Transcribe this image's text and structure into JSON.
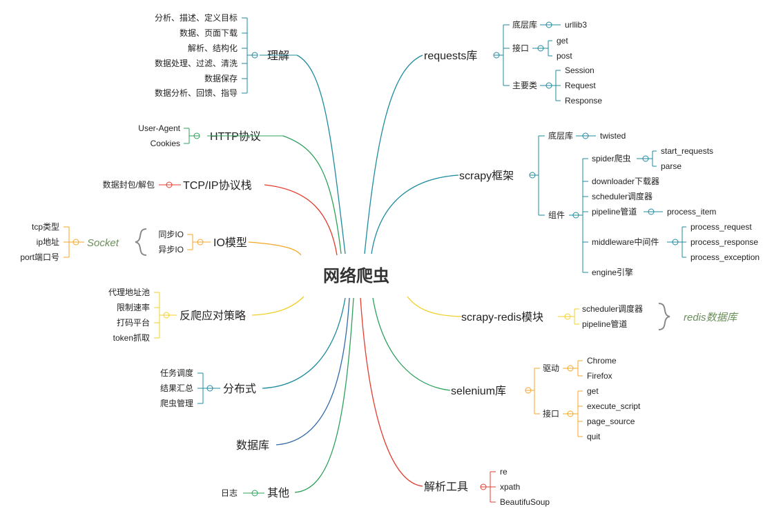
{
  "center": "网络爬虫",
  "colors": {
    "teal": "#1d8a9e",
    "green": "#2ca05a",
    "red": "#e33b2e",
    "orange": "#f5a623",
    "yellow": "#f2d027",
    "blue": "#2e6aa8",
    "gray": "#888888"
  },
  "left": {
    "understand": {
      "label": "理解",
      "items": [
        "分析、描述、定义目标",
        "数据、页面下载",
        "解析、结构化",
        "数据处理、过滤、清洗",
        "数据保存",
        "数据分析、回馈、指导"
      ]
    },
    "http": {
      "label": "HTTP协议",
      "items": [
        "User-Agent",
        "Cookies"
      ]
    },
    "tcp": {
      "label": "TCP/IP协议栈",
      "items": [
        "数据封包/解包"
      ]
    },
    "io": {
      "label": "IO模型",
      "items": [
        "同步IO",
        "异步IO"
      ],
      "brace_note": "Socket",
      "socket_items": [
        "tcp类型",
        "ip地址",
        "port端口号"
      ]
    },
    "anti": {
      "label": "反爬应对策略",
      "items": [
        "代理地址池",
        "限制速率",
        "打码平台",
        "token抓取"
      ]
    },
    "dist": {
      "label": "分布式",
      "items": [
        "任务调度",
        "结果汇总",
        "爬虫管理"
      ]
    },
    "db": {
      "label": "数据库"
    },
    "other": {
      "label": "其他",
      "items": [
        "日志"
      ]
    }
  },
  "right": {
    "requests": {
      "label": "requests库",
      "groups": [
        {
          "label": "底层库",
          "items": [
            "urllib3"
          ]
        },
        {
          "label": "接口",
          "items": [
            "get",
            "post"
          ]
        },
        {
          "label": "主要类",
          "items": [
            "Session",
            "Request",
            "Response"
          ]
        }
      ]
    },
    "scrapy": {
      "label": "scrapy框架",
      "base": {
        "label": "底层库",
        "items": [
          "twisted"
        ]
      },
      "components": {
        "label": "组件",
        "spider": {
          "label": "spider爬虫",
          "items": [
            "start_requests",
            "parse"
          ]
        },
        "downloader": "downloader下载器",
        "scheduler": "scheduler调度器",
        "pipeline": {
          "label": "pipeline管道",
          "items": [
            "process_item"
          ]
        },
        "middleware": {
          "label": "middleware中间件",
          "items": [
            "process_request",
            "process_response",
            "process_exception"
          ]
        },
        "engine": "engine引擎"
      }
    },
    "redis": {
      "label": "scrapy-redis模块",
      "items": [
        "scheduler调度器",
        "pipeline管道"
      ],
      "brace_note": "redis数据库"
    },
    "selenium": {
      "label": "selenium库",
      "groups": [
        {
          "label": "驱动",
          "items": [
            "Chrome",
            "Firefox"
          ]
        },
        {
          "label": "接口",
          "items": [
            "get",
            "execute_script",
            "page_source",
            "quit"
          ]
        }
      ]
    },
    "parse": {
      "label": "解析工具",
      "items": [
        "re",
        "xpath",
        "BeautifuSoup"
      ]
    }
  }
}
